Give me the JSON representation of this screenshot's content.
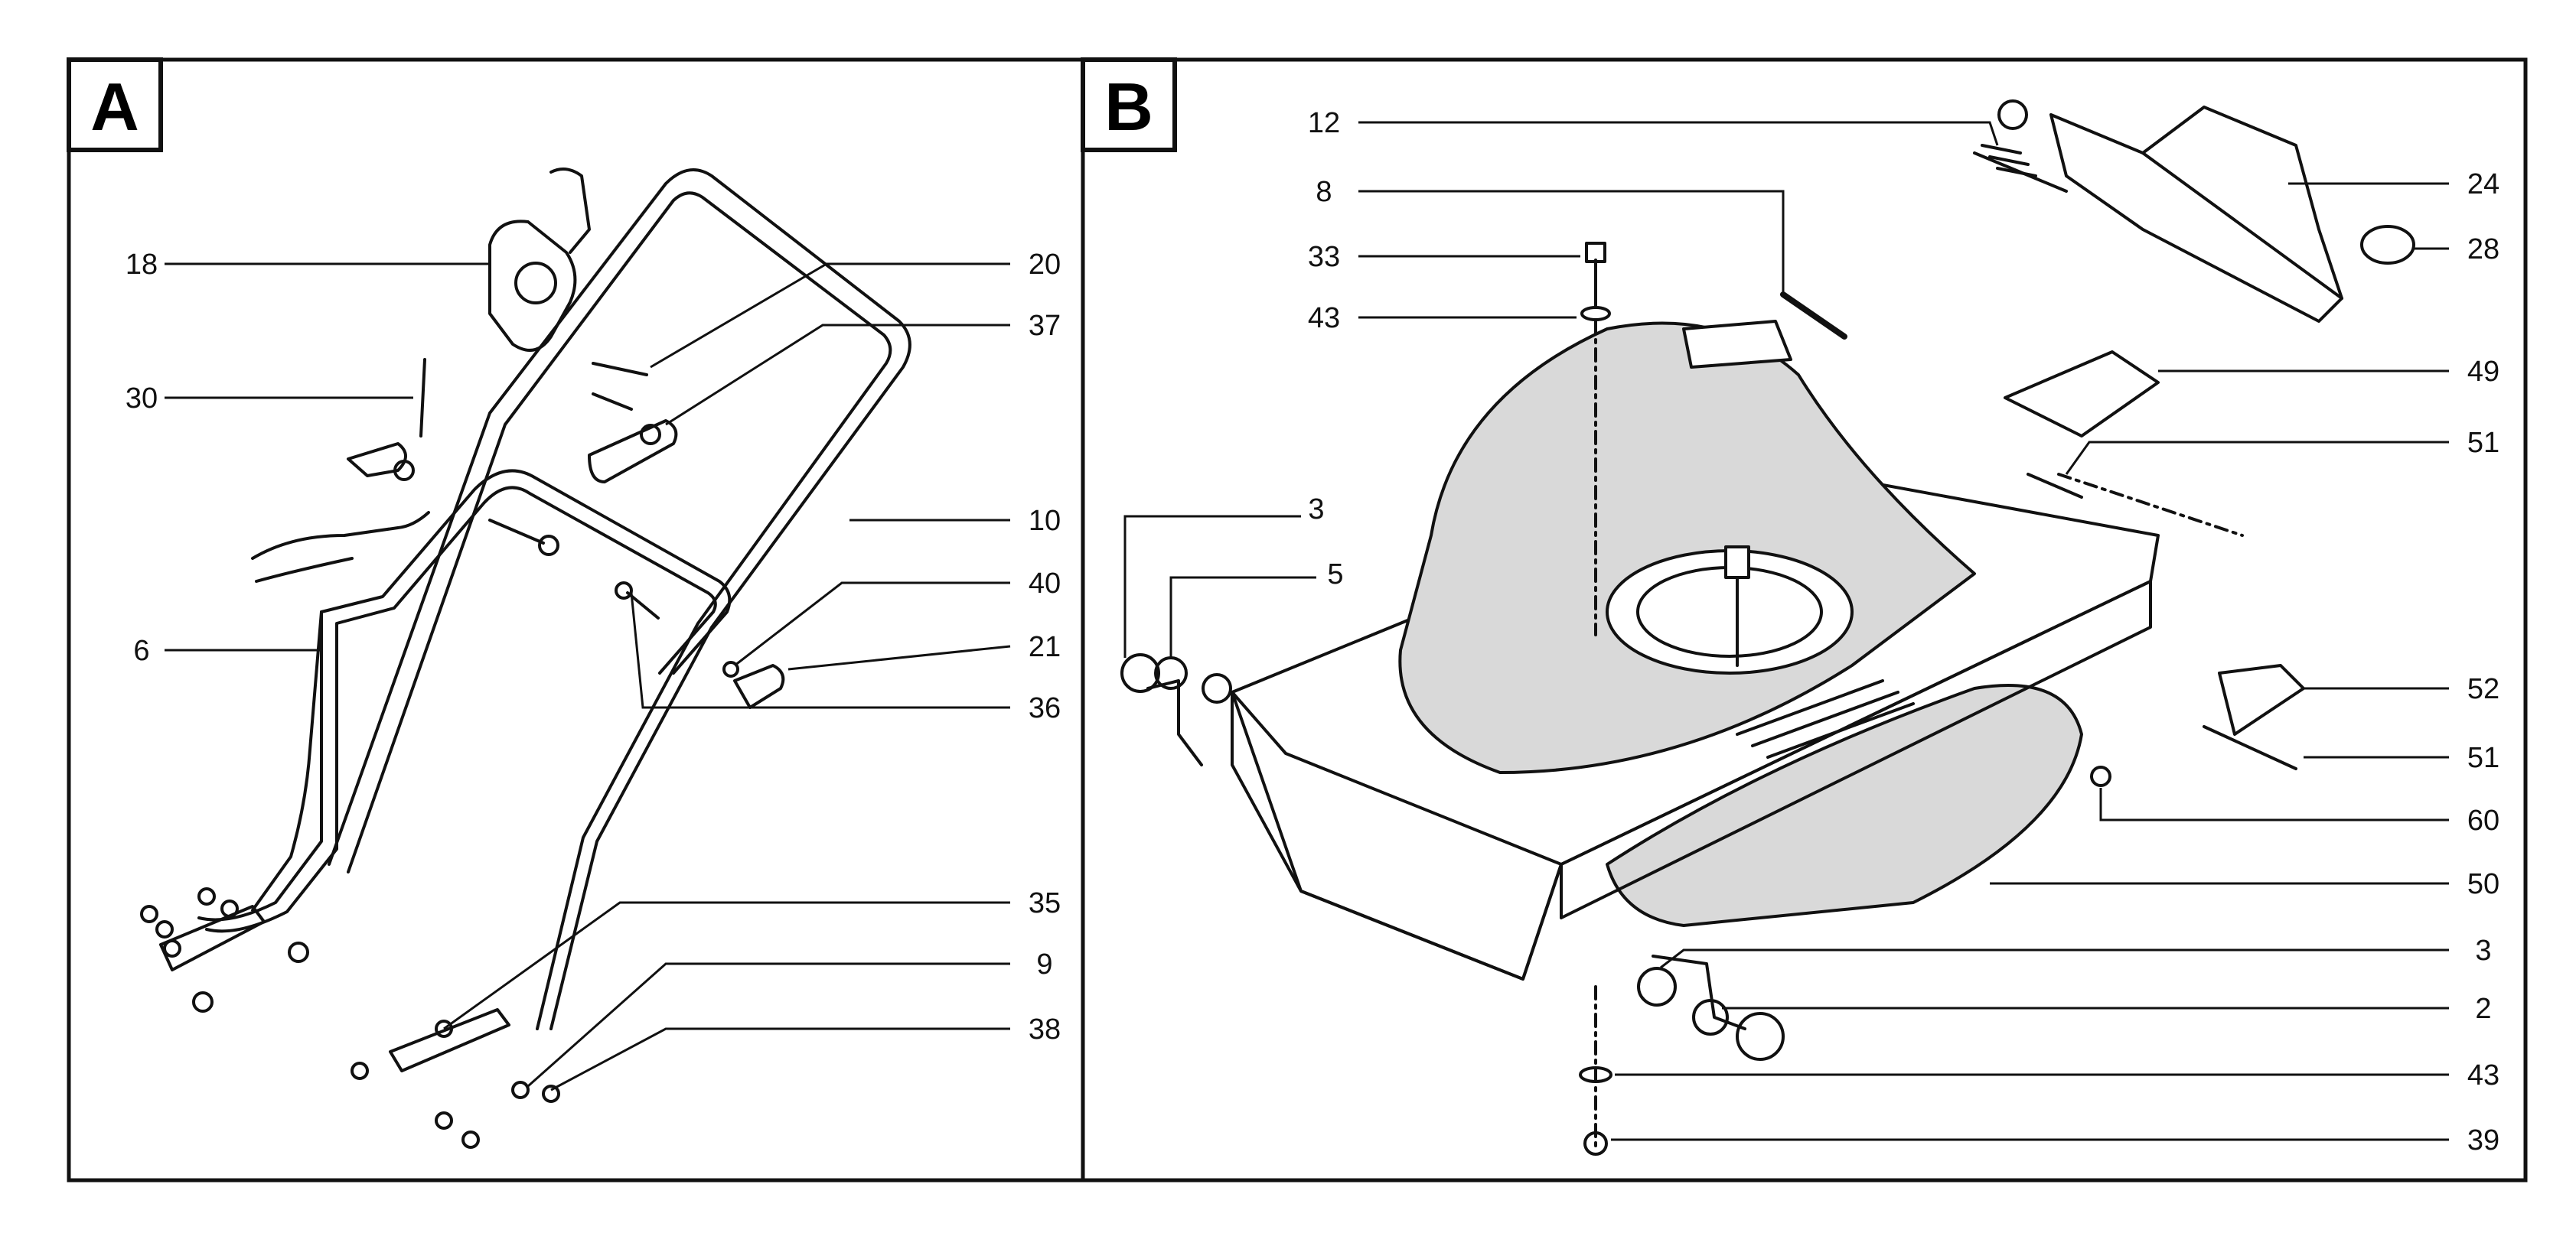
{
  "panels": [
    {
      "id": "A",
      "letter": "A",
      "callouts": [
        {
          "number": "18",
          "side": "left"
        },
        {
          "number": "30",
          "side": "left"
        },
        {
          "number": "6",
          "side": "left"
        },
        {
          "number": "20",
          "side": "right"
        },
        {
          "number": "37",
          "side": "right"
        },
        {
          "number": "10",
          "side": "right"
        },
        {
          "number": "40",
          "side": "right"
        },
        {
          "number": "21",
          "side": "right"
        },
        {
          "number": "36",
          "side": "right"
        },
        {
          "number": "35",
          "side": "right"
        },
        {
          "number": "9",
          "side": "right"
        },
        {
          "number": "38",
          "side": "right"
        }
      ]
    },
    {
      "id": "B",
      "letter": "B",
      "callouts": [
        {
          "number": "12",
          "side": "left"
        },
        {
          "number": "8",
          "side": "left"
        },
        {
          "number": "33",
          "side": "left"
        },
        {
          "number": "43",
          "side": "left"
        },
        {
          "number": "3",
          "side": "left"
        },
        {
          "number": "5",
          "side": "left"
        },
        {
          "number": "24",
          "side": "right"
        },
        {
          "number": "28",
          "side": "right"
        },
        {
          "number": "49",
          "side": "right"
        },
        {
          "number": "51",
          "side": "right"
        },
        {
          "number": "52",
          "side": "right"
        },
        {
          "number": "51",
          "side": "right"
        },
        {
          "number": "60",
          "side": "right"
        },
        {
          "number": "50",
          "side": "right"
        },
        {
          "number": "3",
          "side": "right"
        },
        {
          "number": "2",
          "side": "right"
        },
        {
          "number": "43",
          "side": "right"
        },
        {
          "number": "39",
          "side": "right"
        }
      ]
    }
  ],
  "colors": {
    "ink": "#111111",
    "shade": "#d9d9d9",
    "paper": "#ffffff"
  }
}
